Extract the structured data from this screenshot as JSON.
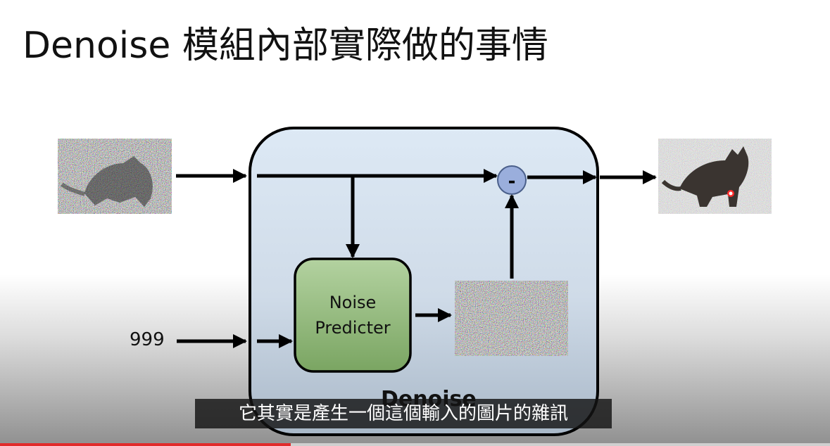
{
  "slide": {
    "title": "Denoise 模組內部實際做的事情"
  },
  "diagram": {
    "box_line1": "Noise",
    "box_line2": "Predicter",
    "step_input": "999",
    "operator": "-",
    "module_label": "Denoise"
  },
  "caption": {
    "text": "它其實是產生一個這個輸入的圖片的雜訊"
  },
  "player": {
    "progress": 0.35
  },
  "colors": {
    "module_fill_top": "#dde9f5",
    "module_fill_bottom": "#a9b8c8",
    "predicter_top": "#b3d2a0",
    "predicter_bottom": "#7aa562",
    "operator_fill": "#9aaedc",
    "progress_red": "#e12b2b"
  }
}
